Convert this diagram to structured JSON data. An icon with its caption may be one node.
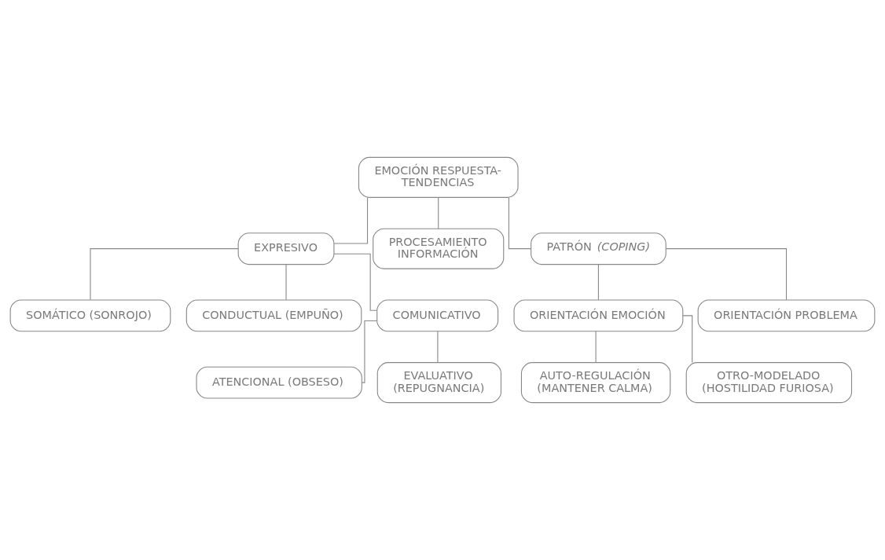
{
  "diagram": {
    "nodes": [
      {
        "text": [
          "EMOCIÓN RESPUESTA-TENDENCIAS"
        ]
      },
      {
        "text": [
          "EXPRESIVO"
        ]
      },
      {
        "text": [
          "PROCESAMIENTO INFORMACIÓN"
        ]
      },
      {
        "text": [
          "PATRÓN *(COPING)*"
        ]
      },
      {
        "text": [
          "SOMÁTICO (SONROJO)"
        ]
      },
      {
        "text": [
          "CONDUCTUAL (EMPUÑO)"
        ]
      },
      {
        "text": [
          "COMUNICATIVO"
        ]
      },
      {
        "text": [
          "ATENCIONAL (OBSESO)"
        ]
      },
      {
        "text": [
          "EVALUATIVO (REPUGNANCIA)"
        ]
      },
      {
        "text": [
          "ORIENTACIÓN EMOCIÓN"
        ]
      },
      {
        "text": [
          "ORIENTACIÓN PROBLEMA"
        ]
      },
      {
        "text": [
          "AUTO-REGULACIÓN (MANTENER CALMA)"
        ]
      },
      {
        "text": [
          "OTRO-MODELADO (HOSTILIDAD FURIOSA)"
        ]
      }
    ],
    "edges": [
      {
        "from": 0,
        "to": 1,
        "arrow": "none"
      },
      {
        "from": 0,
        "to": 2,
        "arrow": "none"
      },
      {
        "from": 0,
        "to": 3,
        "arrow": "none"
      },
      {
        "from": 1,
        "to": 4,
        "arrow": "none"
      },
      {
        "from": 1,
        "to": 5,
        "arrow": "none"
      },
      {
        "from": 1,
        "to": 6,
        "arrow": "none"
      },
      {
        "from": 6,
        "to": 7,
        "arrow": "none"
      },
      {
        "from": 6,
        "to": 8,
        "arrow": "none"
      },
      {
        "from": 3,
        "to": 9,
        "arrow": "none"
      },
      {
        "from": 3,
        "to": 10,
        "arrow": "none"
      },
      {
        "from": 9,
        "to": 11,
        "arrow": "none"
      },
      {
        "from": 9,
        "to": 12,
        "arrow": "none"
      }
    ]
  }
}
